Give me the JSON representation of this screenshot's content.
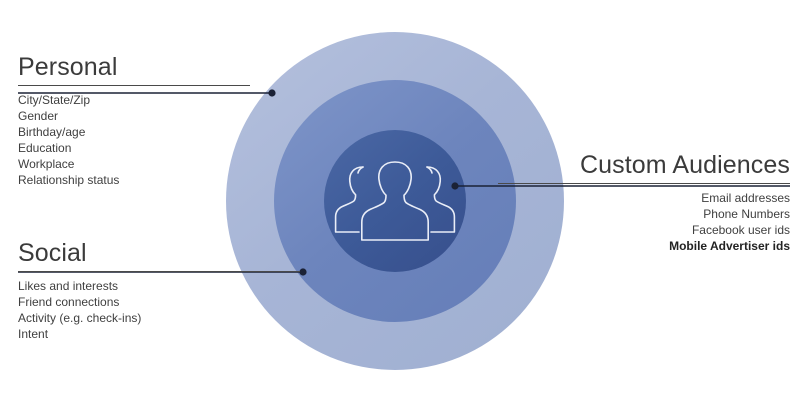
{
  "diagram": {
    "title": "Facebook targeting data concentric circles",
    "background_color": "#ffffff",
    "rings": [
      {
        "name": "outer-ring",
        "label": "Personal",
        "color": "#a7b5d6"
      },
      {
        "name": "middle-ring",
        "label": "Social",
        "color": "#6d85bd"
      },
      {
        "name": "inner-ring",
        "label": "Custom Audiences",
        "color": "#3d5a98"
      }
    ],
    "center_icon": "people-group-icon",
    "leader_line_color": "#1b2236"
  },
  "blocks": {
    "personal": {
      "heading": "Personal",
      "items": [
        {
          "text": "City/State/Zip",
          "bold": false
        },
        {
          "text": "Gender",
          "bold": false
        },
        {
          "text": "Birthday/age",
          "bold": false
        },
        {
          "text": "Education",
          "bold": false
        },
        {
          "text": "Workplace",
          "bold": false
        },
        {
          "text": "Relationship status",
          "bold": false
        }
      ]
    },
    "social": {
      "heading": "Social",
      "items": [
        {
          "text": "Likes and interests",
          "bold": false
        },
        {
          "text": "Friend connections",
          "bold": false
        },
        {
          "text": "Activity (e.g. check-ins)",
          "bold": false
        },
        {
          "text": "Intent",
          "bold": false
        }
      ]
    },
    "custom_audiences": {
      "heading": "Custom Audiences",
      "items": [
        {
          "text": "Email addresses",
          "bold": false
        },
        {
          "text": "Phone Numbers",
          "bold": false
        },
        {
          "text": "Facebook user ids",
          "bold": false
        },
        {
          "text": "Mobile Advertiser ids",
          "bold": true
        }
      ]
    }
  }
}
